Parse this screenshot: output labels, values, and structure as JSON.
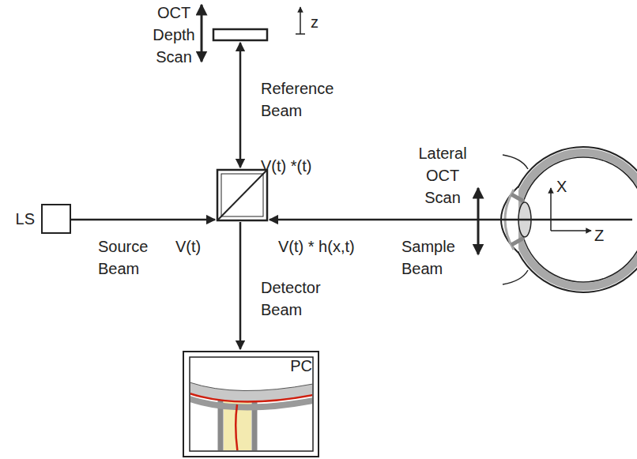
{
  "diagram": {
    "nodes": [
      {
        "text": [
          "LS"
        ]
      },
      {
        "text": [
          "PC"
        ]
      }
    ],
    "labels": [
      "OCT Depth Scan",
      "z",
      "Reference Beam",
      "V(t) *(t)",
      "Lateral OCT Scan",
      "X",
      "Source Beam",
      "V(t)",
      "V(t) * h(x,t)",
      "Z",
      "Sample Beam",
      "Detector Beam"
    ]
  }
}
